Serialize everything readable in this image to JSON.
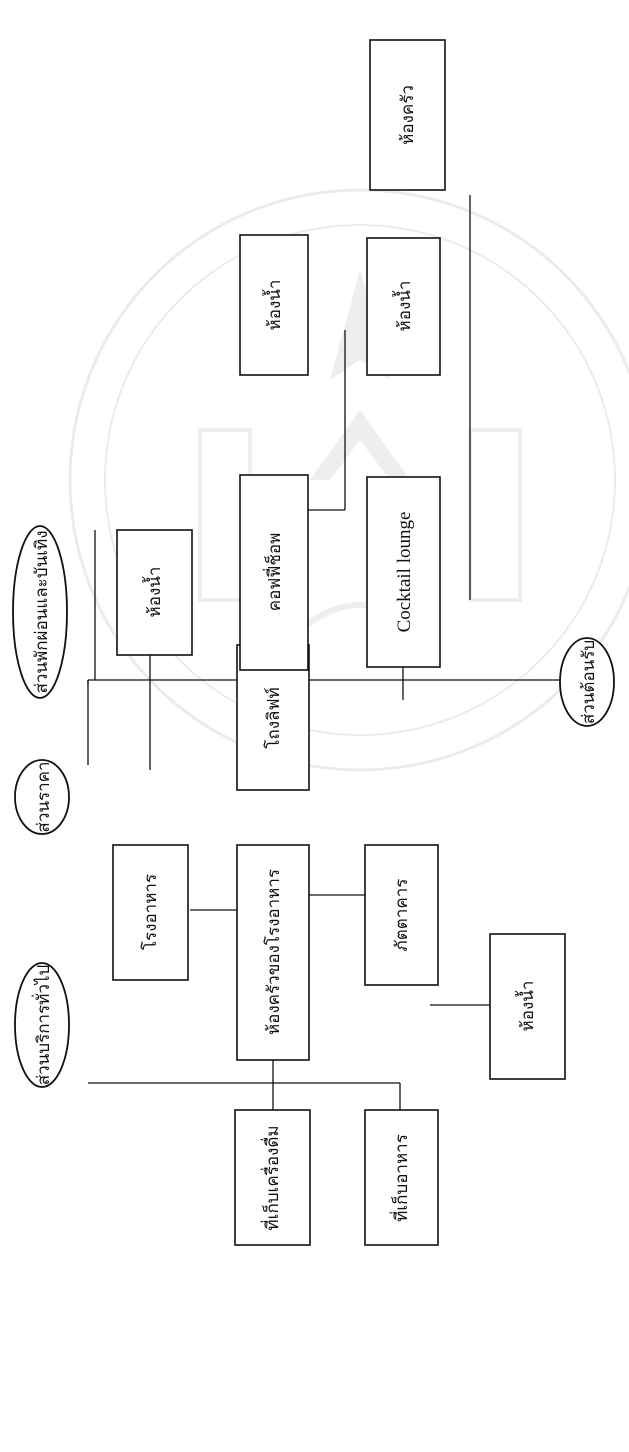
{
  "diagram": {
    "zones": {
      "general_service": "ส่วนบริการทั่วไป",
      "reception": "ส่วนราคา",
      "accommodation": "ส่วนพักผ่อนและบันเทิง",
      "entrance": "ส่วนต้อนรับ"
    },
    "rooms": {
      "beverage_storage": "ที่เก็บเครื่องดื่ม",
      "food_storage": "ที่เก็บอาหาร",
      "restaurant": "โรงอาหาร",
      "restaurant_kitchen": "ห้องครัวของโรงอาหาร",
      "kitchen_area": "ภัตตาคาร",
      "toilet_1": "ห้องน้ำ",
      "lobby": "โถงลิฟท์",
      "toilet_2": "ห้องน้ำ",
      "coffee_shop": "คอฟฟี่ช็อพ",
      "toilet_3": "ห้องน้ำ",
      "cocktail_lounge": "Cocktail lounge",
      "toilet_4": "ห้องน้ำ",
      "kitchen": "ห้องครัว"
    }
  }
}
